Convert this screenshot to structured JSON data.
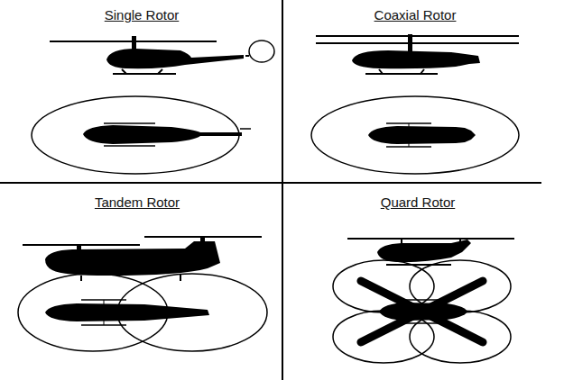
{
  "diagram": {
    "labels": [
      "Single Rotor",
      "Coaxial Rotor",
      "Tandem Rotor",
      "Quard Rotor"
    ]
  }
}
